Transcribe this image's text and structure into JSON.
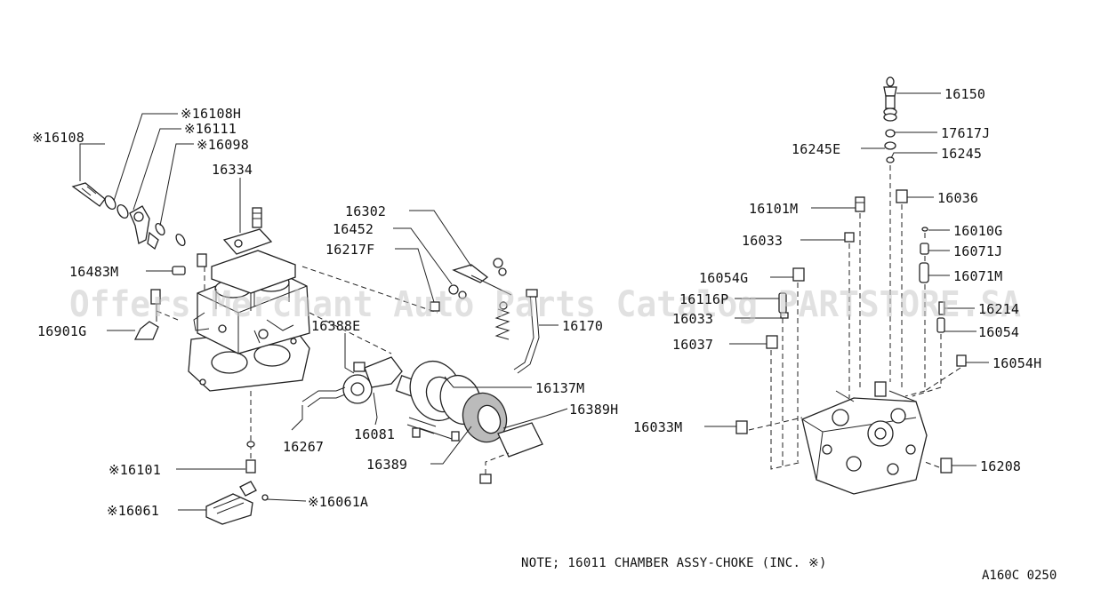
{
  "watermark": "Offers Merchant Auto Parts Catalog PARTSTORE.SA",
  "note": "NOTE; 16011 CHAMBER ASSY-CHOKE (INC. ※)",
  "figure_code": "A160C 0250",
  "callouts": {
    "16108": "※16108",
    "16108H": "※16108H",
    "16111": "※16111",
    "16098": "※16098",
    "16334": "16334",
    "16483M": "16483M",
    "16901G": "16901G",
    "16302": "16302",
    "16452": "16452",
    "16217F": "16217F",
    "16388E": "16388E",
    "16170": "16170",
    "16137M": "16137M",
    "16389H": "16389H",
    "16267": "16267",
    "16081": "16081",
    "16389": "16389",
    "16101": "※16101",
    "16061": "※16061",
    "16061A": "※16061A",
    "16150": "16150",
    "17617J": "17617J",
    "16245E": "16245E",
    "16245": "16245",
    "16101M": "16101M",
    "16036": "16036",
    "16033a": "16033",
    "16010G": "16010G",
    "16071J": "16071J",
    "16054G": "16054G",
    "16071M": "16071M",
    "16116P": "16116P",
    "16033b": "16033",
    "16214": "16214",
    "16037": "16037",
    "16054": "16054",
    "16054H": "16054H",
    "16033M": "16033M",
    "16208": "16208"
  }
}
